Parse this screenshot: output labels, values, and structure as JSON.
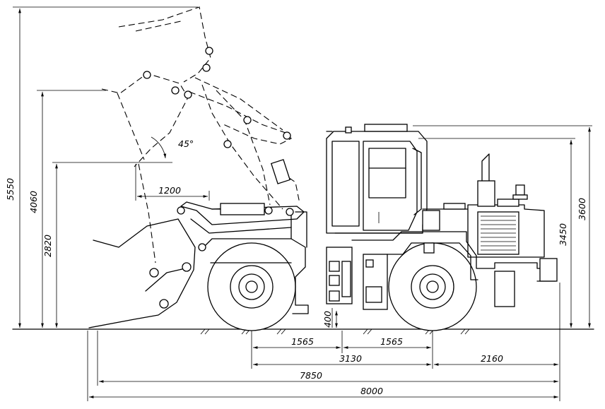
{
  "dimensions": {
    "max_height": "5550",
    "dump_height_45": "4060",
    "dump_clearance": "2820",
    "dump_reach": "1200",
    "dump_angle": "45°",
    "bucket_dig_depth": "400",
    "axle_half_front": "1565",
    "axle_half_rear": "1565",
    "wheelbase": "3130",
    "rear_overhang": "2160",
    "length_without_bucket_tip": "7850",
    "overall_length": "8000",
    "cab_height": "3600",
    "exhaust_height": "3450"
  }
}
